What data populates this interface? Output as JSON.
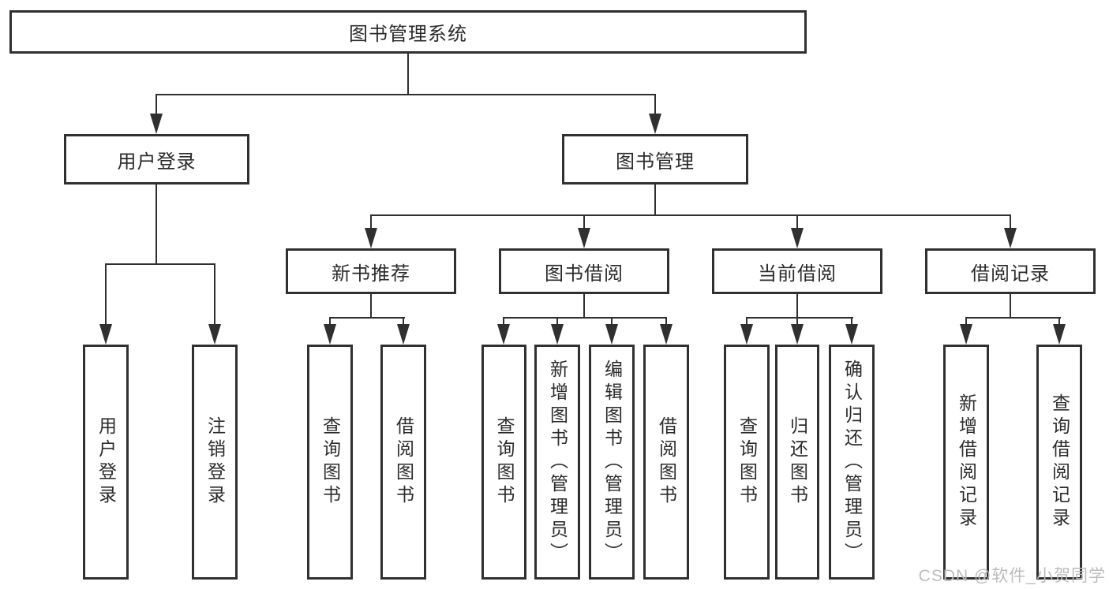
{
  "diagram": {
    "title": "图书管理系统",
    "level2": {
      "user_login": "用户登录",
      "book_mgmt": "图书管理"
    },
    "level3": {
      "new_books": "新书推荐",
      "book_borrow": "图书借阅",
      "current_borrow": "当前借阅",
      "borrow_records": "借阅记录"
    },
    "leaves": {
      "user_login": [
        "用户登录",
        "注销登录"
      ],
      "new_books": [
        "查询图书",
        "借阅图书"
      ],
      "book_borrow": [
        "查询图书",
        "新增图书（管理员）",
        "编辑图书（管理员）",
        "借阅图书"
      ],
      "current_borrow": [
        "查询图书",
        "归还图书",
        "确认归还（管理员）"
      ],
      "borrow_records": [
        "新增借阅记录",
        "查询借阅记录"
      ]
    }
  },
  "watermark": "CSDN @软件_小贺同学"
}
